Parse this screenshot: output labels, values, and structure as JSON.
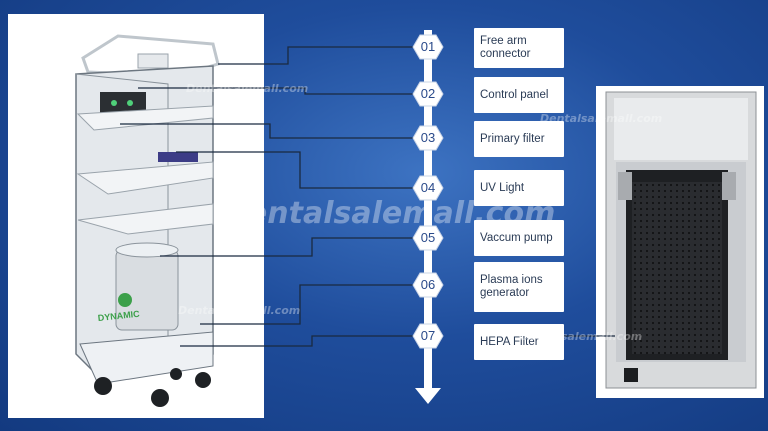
{
  "steps": [
    {
      "num": "01",
      "label": "Free arm connector"
    },
    {
      "num": "02",
      "label": "Control panel"
    },
    {
      "num": "03",
      "label": "Primary filter"
    },
    {
      "num": "04",
      "label": "UV Light"
    },
    {
      "num": "05",
      "label": "Vaccum pump"
    },
    {
      "num": "06",
      "label": "Plasma ions generator"
    },
    {
      "num": "07",
      "label": "HEPA Filter"
    }
  ],
  "device": {
    "brand_text": "DYNAMIC"
  },
  "watermarks": {
    "main": "Dentalsalemall.com",
    "small": "Dentalsalemall.com"
  },
  "colors": {
    "background": "#1f4d9c",
    "connector_line": "#1a2a40",
    "label_box": "#ffffff",
    "brand_green": "#3ca04a"
  }
}
